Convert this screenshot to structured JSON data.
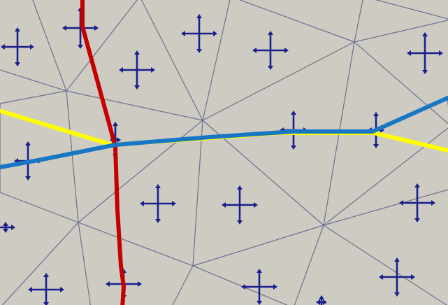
{
  "colors": {
    "background": "#cdcbc2",
    "mesh_edge": "#6f7091",
    "cross_marker": "#1a1f8c",
    "red_path": "#c40000",
    "yellow_path": "#ffff00",
    "blue_path": "#1877c4"
  },
  "elements": {
    "mesh": "triangular-mesh",
    "markers": "double-headed-cross-arrows",
    "paths": [
      "red-path",
      "yellow-path",
      "blue-path"
    ]
  }
}
